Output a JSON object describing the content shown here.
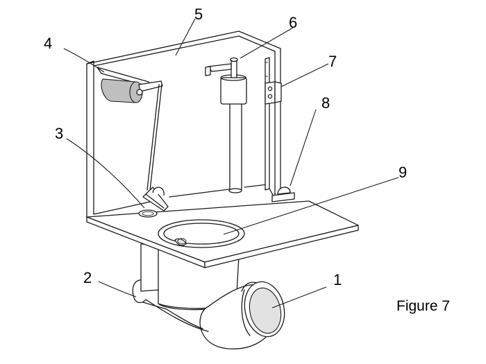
{
  "figure": {
    "caption": "Figure 7",
    "callouts": [
      "1",
      "2",
      "3",
      "4",
      "5",
      "6",
      "7",
      "8",
      "9"
    ]
  }
}
